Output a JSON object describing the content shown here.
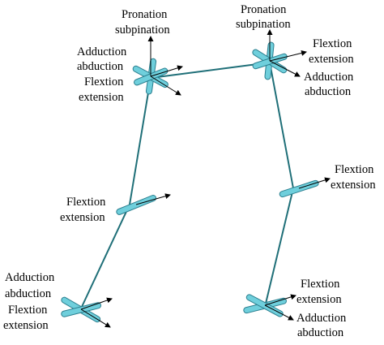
{
  "colors": {
    "cylinder_fill": "#6fcfdc",
    "cylinder_edge": "#2b7f8f",
    "segment": "#1f6f78",
    "arrow": "#000000",
    "text": "#000000"
  },
  "labels": {
    "left_shoulder_pronation": "Pronation",
    "left_shoulder_supination": "subpination",
    "left_shoulder_adduction": "Adduction",
    "left_shoulder_abduction": "abduction",
    "left_shoulder_flexion": "Flextion",
    "left_shoulder_extension": "extension",
    "left_elbow_flexion": "Flextion",
    "left_elbow_extension": "extension",
    "left_wrist_adduction": "Adduction",
    "left_wrist_abduction": "abduction",
    "left_wrist_flexion": "Flextion",
    "left_wrist_extension": "extension",
    "right_shoulder_pronation": "Pronation",
    "right_shoulder_supination": "subpination",
    "right_shoulder_flexion": "Flextion",
    "right_shoulder_extension": "extension",
    "right_shoulder_adduction": "Adduction",
    "right_shoulder_abduction": "abduction",
    "right_elbow_flexion": "Flextion",
    "right_elbow_extension": "extension",
    "right_wrist_flexion": "Flextion",
    "right_wrist_extension": "extension",
    "right_wrist_adduction": "Adduction",
    "right_wrist_abduction": "abduction"
  }
}
